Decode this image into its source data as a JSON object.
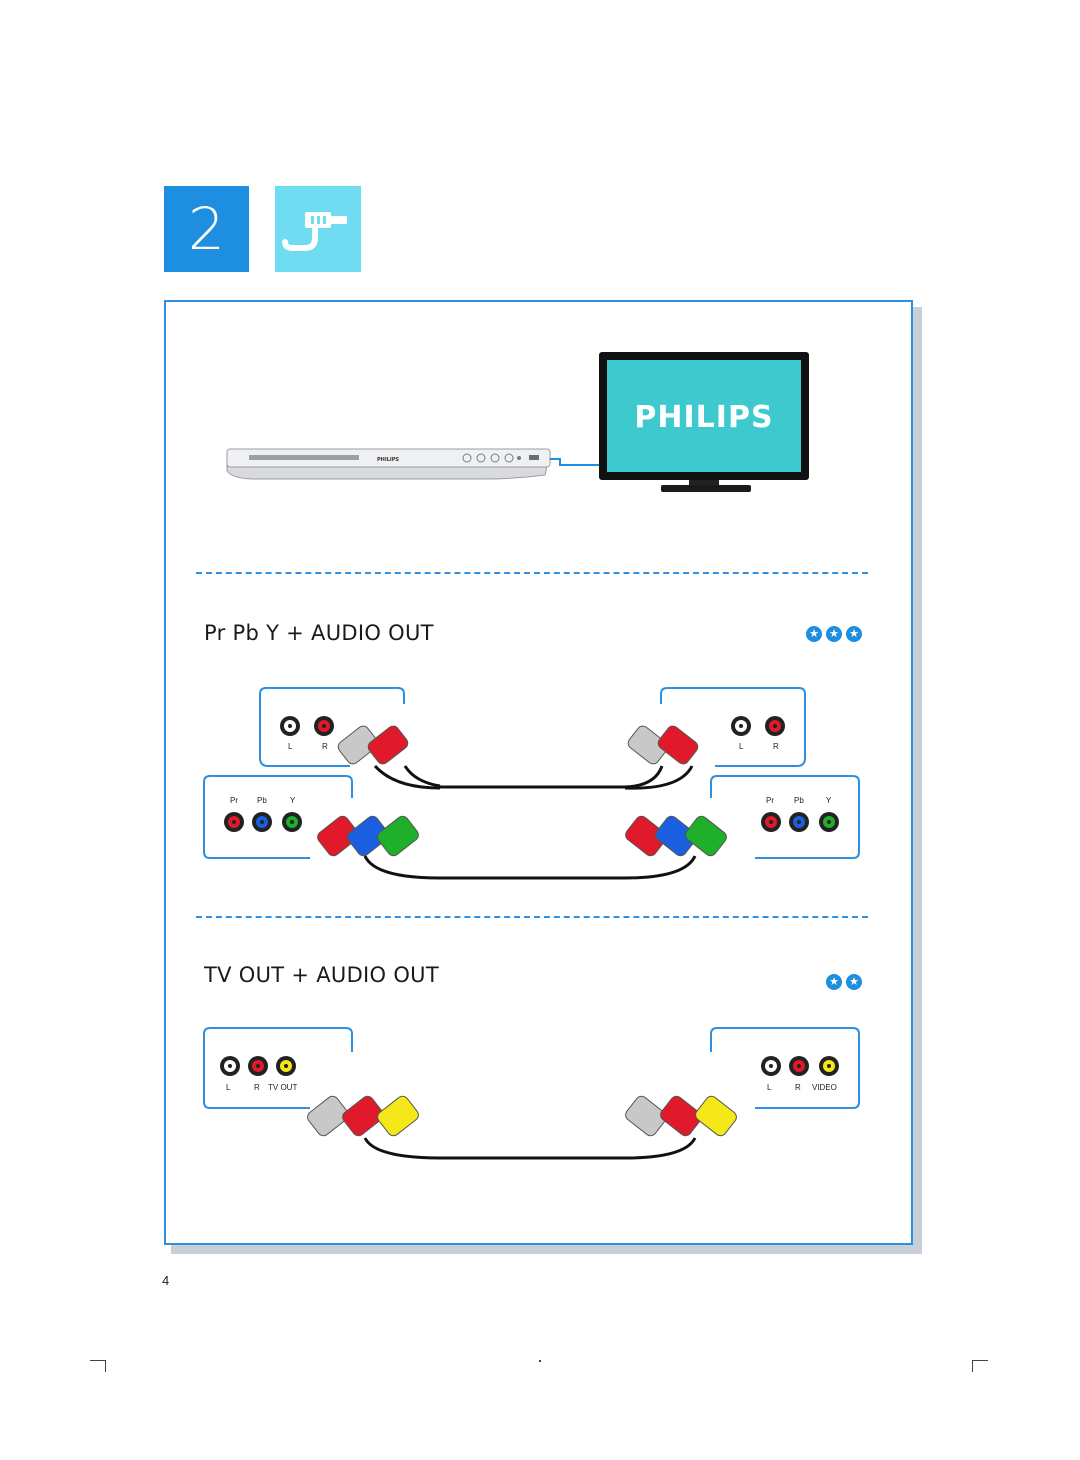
{
  "step": {
    "number": "2",
    "icon": "cable-plug-icon"
  },
  "devices": {
    "tv_brand": "PHILIPS",
    "player_brand": "PHILIPS"
  },
  "sections": [
    {
      "title": "Pr Pb Y + AUDIO OUT",
      "stars": 3,
      "audio_labels": {
        "left": "L",
        "right": "R"
      },
      "video_labels": {
        "pr": "Pr",
        "pb": "Pb",
        "y": "Y"
      }
    },
    {
      "title": "TV OUT + AUDIO OUT",
      "stars": 2,
      "source_labels": {
        "left": "L",
        "right": "R",
        "video": "TV OUT"
      },
      "target_labels": {
        "left": "L",
        "right": "R",
        "video": "VIDEO"
      }
    }
  ],
  "page_number": "4",
  "colors": {
    "accent": "#1e8fe0",
    "icon_tile": "#6fdcf2",
    "tv_screen": "#3ec9cf",
    "jack_red": "#e01a2a",
    "jack_blue": "#1a5fe0",
    "jack_green": "#1fb02a",
    "jack_yellow": "#f4e81a",
    "jack_white": "#c8c8c8"
  }
}
